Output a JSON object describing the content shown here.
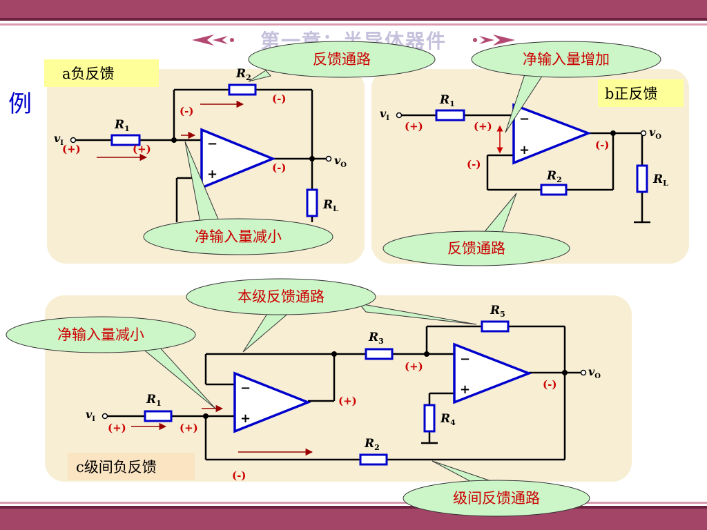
{
  "header": {
    "title": "第一章：半导体器件",
    "ornament_color": "#b34873"
  },
  "example_label": "例",
  "colors": {
    "panel": "#f7eed4",
    "opamp": "#0000cc",
    "resistor": "#0000cc",
    "wire": "#000000",
    "sign": "#cc0000",
    "callout_fill": "#ccf5c8",
    "callout_text": "#cc0000",
    "label_fill": "#ffff99",
    "label_fill_c": "#fbe4c2",
    "arrow": "#990000"
  },
  "panel_a": {
    "label": "a负反馈",
    "r1": "R",
    "r1_sub": "1",
    "r2": "R",
    "r2_sub": "2",
    "rl": "R",
    "rl_sub": "L",
    "vi": "v",
    "vi_sub": "I",
    "vo": "v",
    "vo_sub": "O",
    "opamp_minus": "−",
    "opamp_plus": "+",
    "sign_r2": "(-)",
    "sign_inv": "(-)",
    "sign_out": "(-)",
    "sign_in_left": "(+)",
    "sign_in_right": "(+)",
    "callout_feedback": "反馈通路",
    "callout_net": "净输入量减小"
  },
  "panel_b": {
    "label": "b正反馈",
    "r1": "R",
    "r1_sub": "1",
    "r2": "R",
    "r2_sub": "2",
    "rl": "R",
    "rl_sub": "L",
    "vi": "v",
    "vi_sub": "I",
    "vo": "v",
    "vo_sub": "O",
    "opamp_minus": "−",
    "opamp_plus": "+",
    "sign_in_left": "(+)",
    "sign_in_right": "(+)",
    "sign_out": "(-)",
    "sign_fb": "(-)",
    "callout_feedback": "反馈通路",
    "callout_net": "净输入量增加"
  },
  "panel_c": {
    "label": "c级间负反馈",
    "r1": "R",
    "r1_sub": "1",
    "r2": "R",
    "r2_sub": "2",
    "r3": "R",
    "r3_sub": "3",
    "r4": "R",
    "r4_sub": "4",
    "r5": "R",
    "r5_sub": "5",
    "vi": "v",
    "vi_sub": "I",
    "vo": "v",
    "vo_sub": "O",
    "opamp_minus": "−",
    "opamp_plus": "+",
    "sign_in_left": "(+)",
    "sign_in_right": "(+)",
    "sign_out1": "(+)",
    "sign_r3": "(+)",
    "sign_out2": "(-)",
    "sign_fb": "(-)",
    "callout_local": "本级反馈通路",
    "callout_net": "净输入量减小",
    "callout_inter": "级间反馈通路"
  }
}
